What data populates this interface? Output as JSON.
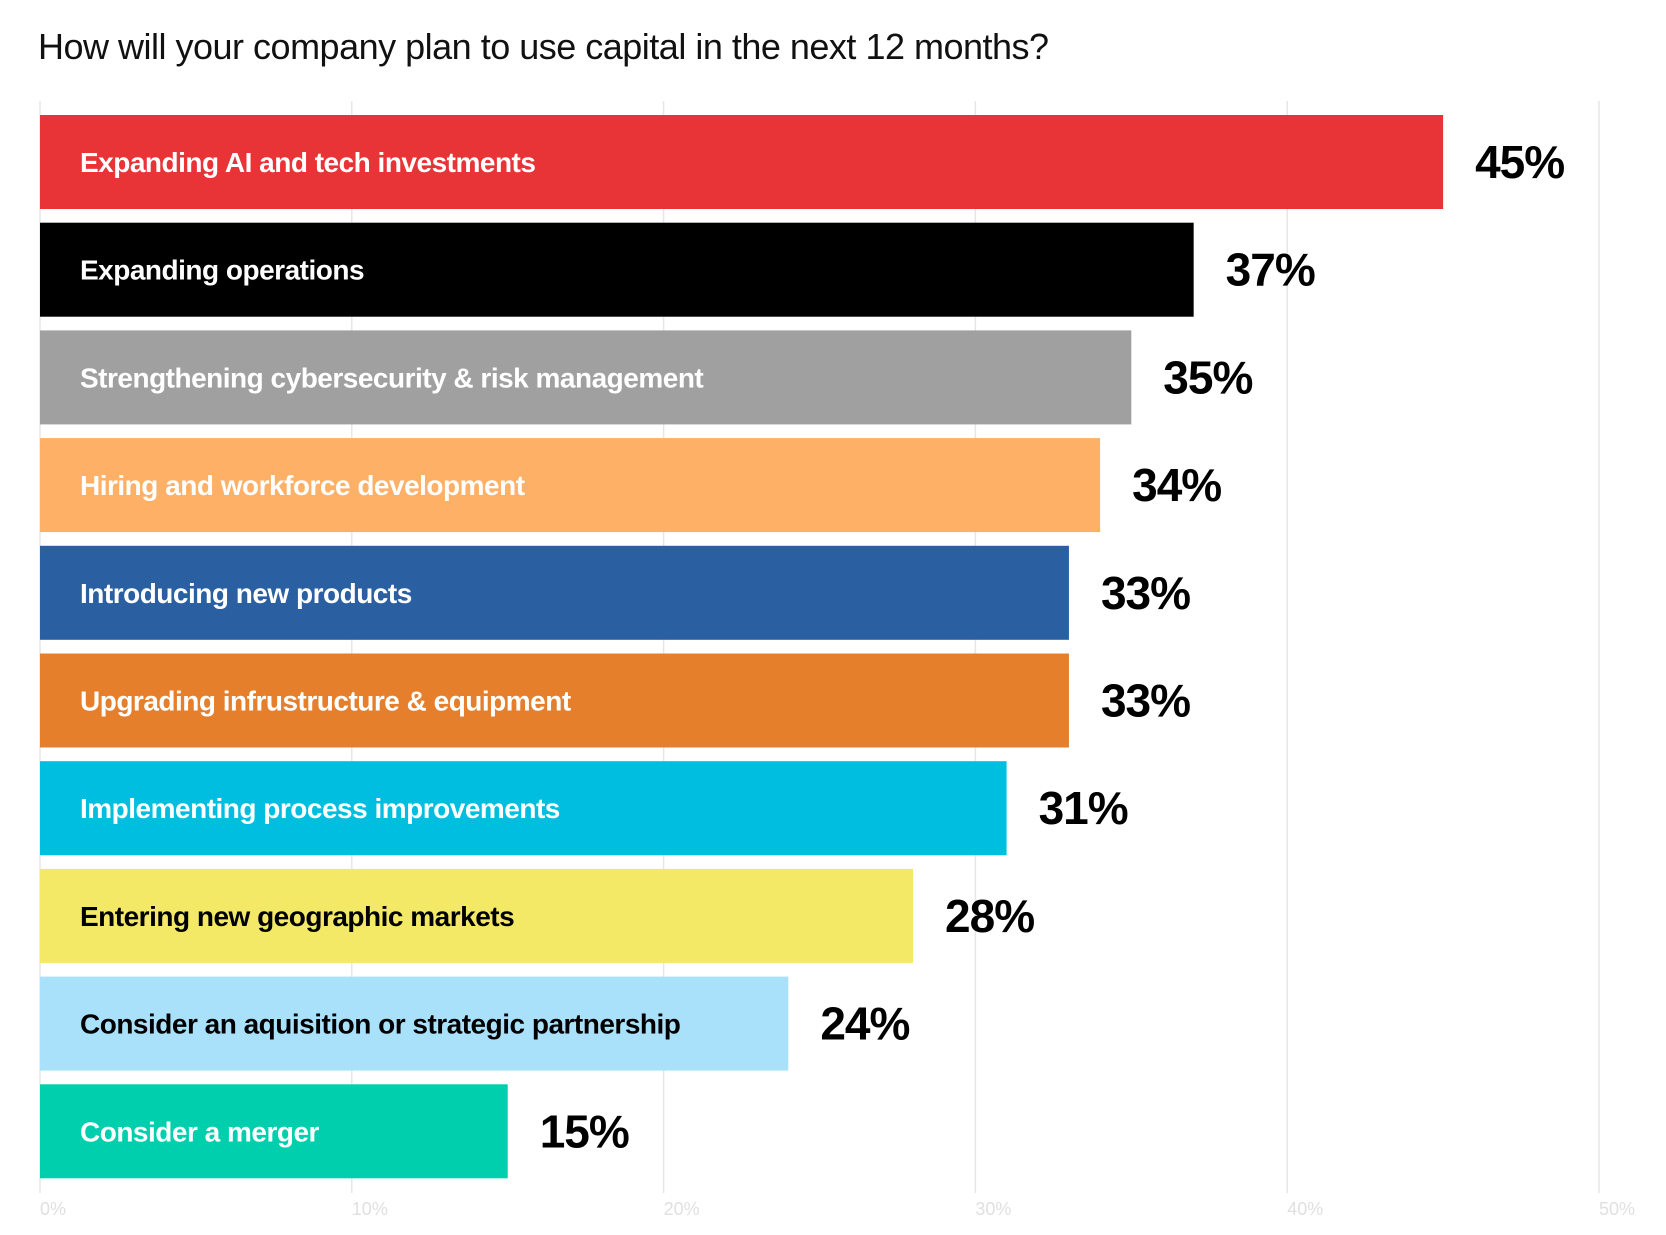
{
  "chart_data": {
    "type": "bar",
    "orientation": "horizontal",
    "title": "How will your company plan to use capital in the next 12 months?",
    "xlabel": "",
    "ylabel": "",
    "xlim": [
      0,
      50
    ],
    "grid": true,
    "x_ticks": [
      "0%",
      "10%",
      "20%",
      "30%",
      "40%",
      "50%"
    ],
    "categories": [
      "Expanding AI and tech investments",
      "Expanding operations",
      "Strengthening cybersecurity & risk management",
      "Hiring and workforce development",
      "Introducing new products",
      "Upgrading infrustructure & equipment",
      "Implementing process improvements",
      "Entering new geographic markets",
      "Consider an aquisition or strategic partnership",
      "Consider a merger"
    ],
    "values": [
      45,
      37,
      35,
      34,
      33,
      33,
      31,
      28,
      24,
      15
    ],
    "value_labels": [
      "45%",
      "37%",
      "35%",
      "34%",
      "33%",
      "33%",
      "31%",
      "28%",
      "24%",
      "15%"
    ],
    "colors": [
      "#E83337",
      "#000000",
      "#A0A0A0",
      "#FDB066",
      "#2A5FA1",
      "#E57F2C",
      "#00BEDF",
      "#F3E966",
      "#A9E1FB",
      "#00CFAE"
    ],
    "label_colors": [
      "#FFFFFF",
      "#FFFFFF",
      "#FFFFFF",
      "#FFFFFF",
      "#FFFFFF",
      "#FFFFFF",
      "#FFFFFF",
      "#000000",
      "#000000",
      "#FFFFFF"
    ]
  }
}
